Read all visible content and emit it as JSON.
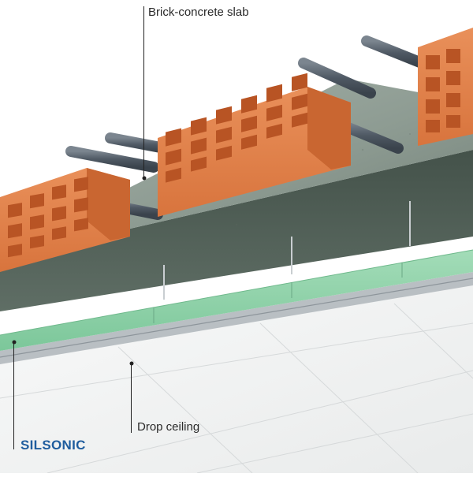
{
  "labels": {
    "slab": "Brick-concrete slab",
    "ceiling": "Drop ceiling",
    "product": "SILSONIC"
  },
  "colors": {
    "brick": "#e2844a",
    "brick_dark": "#c4622b",
    "concrete": "#8f9e94",
    "concrete_dark": "#5f6d65",
    "soffit": "#4f5e55",
    "insulation": "#8fd3a9",
    "ceiling_panel": "#f3f4f4",
    "rod": "#56606a",
    "brand": "#1f5d9e"
  }
}
